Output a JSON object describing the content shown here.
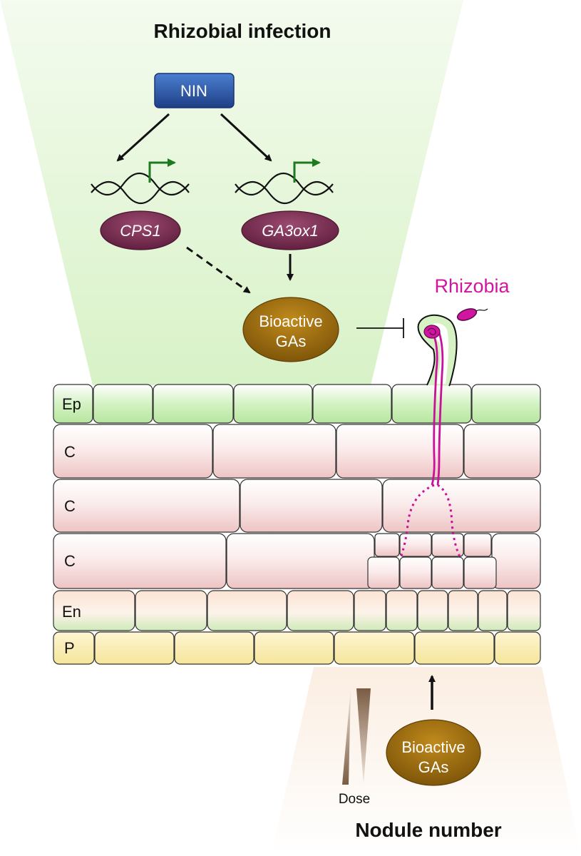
{
  "title_top": "Rhizobial infection",
  "title_bottom": "Nodule number",
  "nodes": {
    "nin": "NIN",
    "cps1": "CPS1",
    "ga3ox1": "GA3ox1",
    "bioactive_top_line1": "Bioactive",
    "bioactive_top_line2": "GAs",
    "bioactive_bottom_line1": "Bioactive",
    "bioactive_bottom_line2": "GAs"
  },
  "rhizobia_label": "Rhizobia",
  "dose_label": "Dose",
  "layers": {
    "ep": "Ep",
    "c1": "C",
    "c2": "C",
    "c3": "C",
    "en": "En",
    "p": "P"
  },
  "colors": {
    "nin_box": "#2f5aa8",
    "gene_ellipse": "#7b2d52",
    "ga_ellipse": "#9a6a10",
    "rhizobia": "#d0159e",
    "promoter_arrow": "#1f7a1f",
    "epidermis": "#c9eeb6",
    "cortex": "#efc9c9",
    "endodermis": "#f3dcc8",
    "pericycle": "#f7eba6"
  }
}
